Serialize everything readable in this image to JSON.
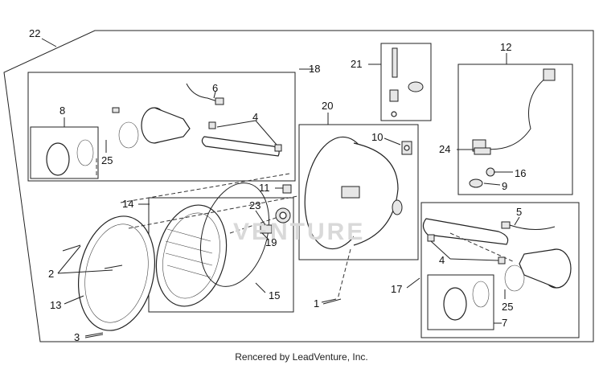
{
  "diagram": {
    "watermark": "VENTURE",
    "footer": "Rencered by LeadVenture, Inc.",
    "callouts": {
      "c22": "22",
      "c21": "21",
      "c18": "18",
      "c12": "12",
      "c6": "6",
      "c8": "8",
      "c4a": "4",
      "c20": "20",
      "c10": "10",
      "c25a": "25",
      "c24": "24",
      "c16": "16",
      "c9": "9",
      "c11": "11",
      "c14": "14",
      "c23": "23",
      "c5": "5",
      "c19": "19",
      "c2": "2",
      "c4b": "4",
      "c15": "15",
      "c13": "13",
      "c17": "17",
      "c1": "1",
      "c25b": "25",
      "c3": "3",
      "c7": "7"
    }
  }
}
